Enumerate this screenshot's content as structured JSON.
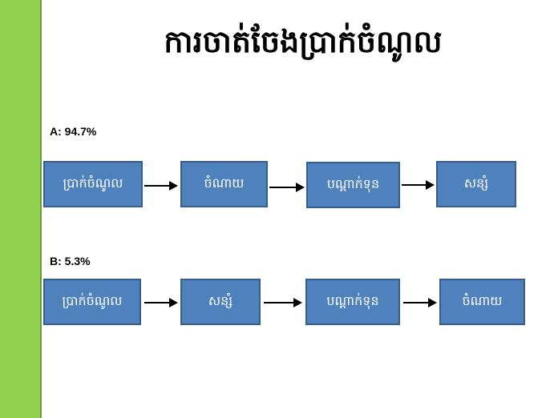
{
  "title": "ការចាត់ចែងប្រាក់ចំណូល",
  "colors": {
    "side_bar": "#92d050",
    "box_fill": "#4f81bd",
    "box_border": "#385d8a"
  },
  "flow_a": {
    "label": "A: 94.7%",
    "steps": [
      "ប្រាក់ចំណូល",
      "ចំណាយ",
      "បណ្តាក់ទុន",
      "សន្សំ"
    ]
  },
  "flow_b": {
    "label": "B: 5.3%",
    "steps": [
      "ប្រាក់ចំណូល",
      "សន្សំ",
      "បណ្តាក់ទុន",
      "ចំណាយ"
    ]
  }
}
